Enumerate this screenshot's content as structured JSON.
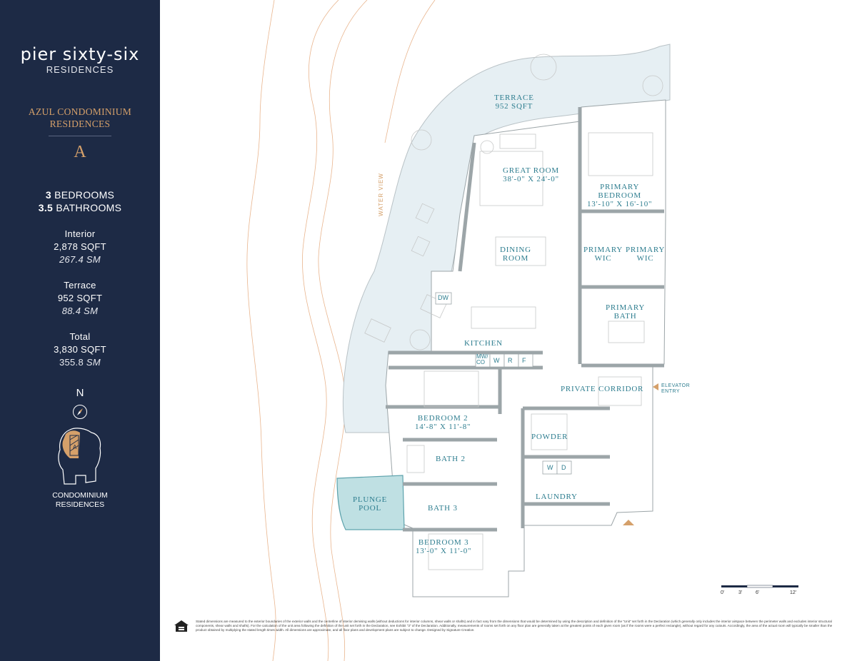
{
  "sidebar": {
    "brand": "pier sixty-six",
    "brand_sub": "RESIDENCES",
    "condo_title_1": "AZUL CONDOMINIUM",
    "condo_title_2": "RESIDENCES",
    "unit_letter": "A",
    "bedrooms_num": "3",
    "bedrooms_label": "BEDROOMS",
    "bathrooms_num": "3.5",
    "bathrooms_label": "BATHROOMS",
    "interior_label": "Interior",
    "interior_sqft": "2,878 SQFT",
    "interior_sm_num": "267.4",
    "interior_sm_unit": "SM",
    "terrace_label": "Terrace",
    "terrace_sqft": "952 SQFT",
    "terrace_sm_num": "88.4",
    "terrace_sm_unit": "SM",
    "total_label": "Total",
    "total_sqft": "3,830 SQFT",
    "total_sm_num": "355.8",
    "total_sm_unit": "SM",
    "north_label": "N",
    "keyplan_unit": "A",
    "keyplan_label_1": "CONDOMINIUM",
    "keyplan_label_2": "RESIDENCES",
    "accent_color": "#d5a06a",
    "bg_color": "#1d2a45"
  },
  "plan": {
    "water_view": "WATER VIEW",
    "terrace_name": "TERRACE",
    "terrace_area": "952 SQFT",
    "great_room_name": "GREAT ROOM",
    "great_room_dims": "38'-0\" X 24'-0\"",
    "primary_bedroom_name_1": "PRIMARY",
    "primary_bedroom_name_2": "BEDROOM",
    "primary_bedroom_dims": "13'-10\" X 16'-10\"",
    "dining_1": "DINING",
    "dining_2": "ROOM",
    "primary_wic_a_1": "PRIMARY",
    "primary_wic_a_2": "WIC",
    "primary_wic_b_1": "PRIMARY",
    "primary_wic_b_2": "WIC",
    "primary_bath_1": "PRIMARY",
    "primary_bath_2": "BATH",
    "dw": "DW",
    "kitchen": "KITCHEN",
    "mw_1": "MW/",
    "mw_2": "CO",
    "w_app": "W",
    "r_app": "R",
    "f_app": "F",
    "private_corridor": "PRIVATE CORRIDOR",
    "elevator_1": "ELEVATOR",
    "elevator_2": "ENTRY",
    "bedroom2_name": "BEDROOM 2",
    "bedroom2_dims": "14'-8\" X 11'-8\"",
    "bath2": "BATH 2",
    "powder": "POWDER",
    "washer": "W",
    "dryer": "D",
    "laundry": "LAUNDRY",
    "plunge_1": "PLUNGE",
    "plunge_2": "POOL",
    "bath3": "BATH 3",
    "bedroom3_name": "BEDROOM 3",
    "bedroom3_dims": "13'-0\" X 11'-0\"",
    "label_color": "#2d7d8f",
    "terrace_fill": "#e6eff3",
    "pool_fill": "#bfe0e3"
  },
  "scale": {
    "t0": "0'",
    "t1": "3'",
    "t2": "6'",
    "t3": "12'"
  },
  "disclaimer": "Stated dimensions are measured to the exterior boundaries of the exterior walls and the centerline of interior demising walls (without deductions for interior columns, shear walls or shafts) and in fact vary from the dimensions that would be determined by using the description and definition of the \"Unit\" set forth in the Declaration (which generally only includes the interior airspace between the perimeter walls and excludes interior structural components, shear walls and shafts). For the calculation of the unit area following the definition of the unit set forth in the Declaration, see Exhibit \"3\" of the Declaration. Additionally, measurements of rooms set forth on any floor plan are generally taken at the greatest points of each given room (as if the rooms were a perfect rectangle), without regard for any cutouts. Accordingly, the area of the actual room will typically be smaller than the product obtained by multiplying the stated length times width. All dimensions are approximate, and all floor plans and development plans are subject to change. Designed by Signature Creative."
}
